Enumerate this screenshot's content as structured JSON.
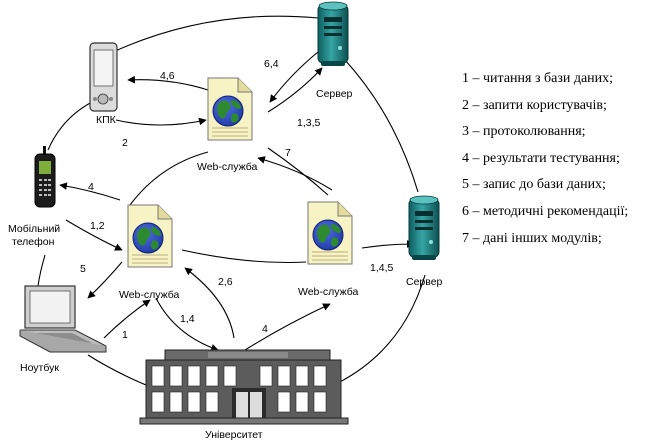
{
  "nodes": {
    "pda": "КПК",
    "mobile_line1": "Мобільний",
    "mobile_line2": "телефон",
    "laptop": "Ноутбук",
    "university": "Університет",
    "web_top": "Web-служба",
    "web_left": "Web-служба",
    "web_right": "Web-служба",
    "server_top": "Сервер",
    "server_right": "Сервер"
  },
  "edge_labels": {
    "e46": "4,6",
    "e2": "2",
    "e64": "6,4",
    "e135": "1,3,5",
    "e7": "7",
    "e4_mobile": "4",
    "e12": "1,2",
    "e5": "5",
    "e1": "1",
    "e26": "2,6",
    "e14": "1,4",
    "e4_univ": "4",
    "e145": "1,4,5"
  },
  "legend": [
    "1 – читання з бази даних;",
    "2 – запити користувачів;",
    "3 – протоколювання;",
    "4 – результати тестування;",
    "5 – запис до бази даних;",
    "6 – методичні рекомендації;",
    "7 – дані інших модулів;"
  ],
  "colors": {
    "globe_ocean": "#1f3aa6",
    "globe_land": "#2e8a2e",
    "document": "#f7f3c4",
    "server_body": "#1b7f80",
    "building": "#5c5c5c"
  },
  "icons": [
    "pda-icon",
    "mobile-phone-icon",
    "laptop-icon",
    "university-building-icon",
    "server-icon",
    "web-service-document-icon"
  ]
}
